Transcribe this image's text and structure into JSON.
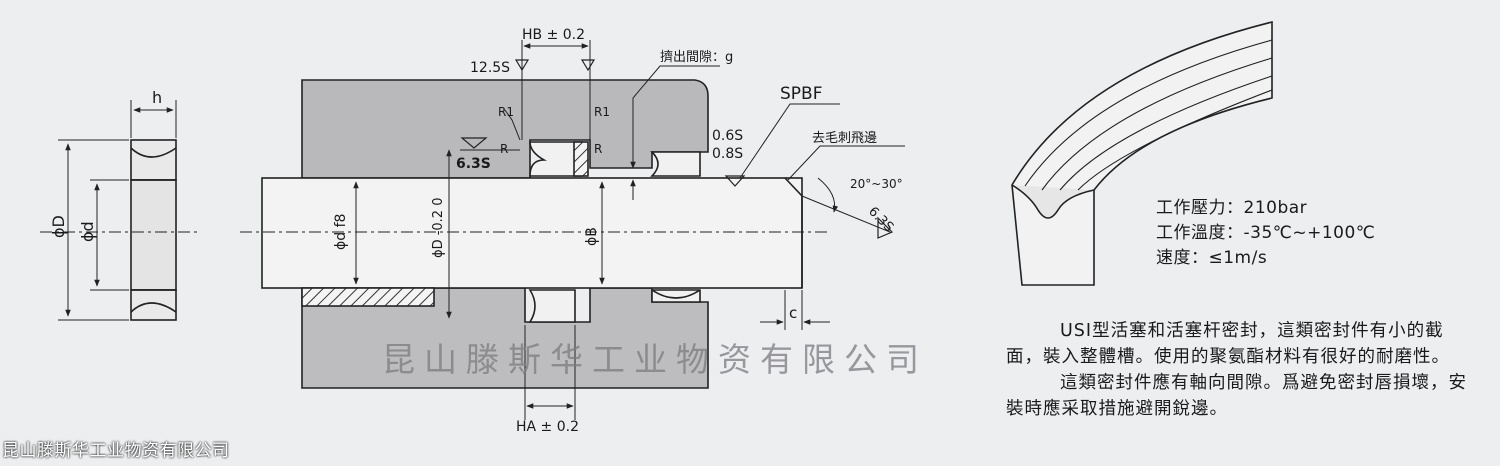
{
  "labels": {
    "h": "h",
    "phiD": "ϕD",
    "phid": "ϕd",
    "hb": "HB ± 0.2",
    "ha": "HA ± 0.2",
    "s125": "12.5S",
    "extrusion": "擠出間隙：g",
    "spbf": "SPBF",
    "s06": "0.6S",
    "s08": "0.8S",
    "deburr": "去毛刺飛邊",
    "angle": "20°~30°",
    "s63": "6.3S",
    "s63b": "6.3S",
    "r1a": "R1",
    "r1b": "R1",
    "ra": "R",
    "rb": "R",
    "phidf8": "ϕd f8",
    "phiDtol": "ϕD -0.2 0",
    "phiB": "ϕB",
    "c": "c"
  },
  "specs": {
    "pressure": "工作壓力：210bar",
    "temperature": "工作溫度：-35℃~+100℃",
    "speed": "速度：≤1m/s"
  },
  "description": {
    "p1": "USI型活塞和活塞杆密封，這類密封件有小的截面，裝入整體槽。使用的聚氨酯材料有很好的耐磨性。",
    "p2": "這類密封件應有軸向間隙。爲避免密封唇損壞，安裝時應采取措施避開銳邊。"
  },
  "watermark": "昆山滕斯华工业物资有限公司",
  "footer": "昆山滕斯华工业物资有限公司"
}
